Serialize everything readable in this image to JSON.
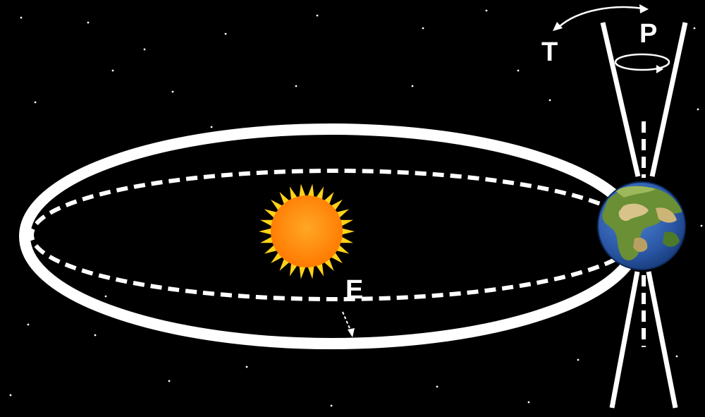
{
  "labels": {
    "tilt": "T",
    "precession": "P",
    "eccentricity": "E"
  },
  "icons": {
    "sun": "sun-icon",
    "earth": "earth-globe-icon"
  },
  "colors": {
    "background": "#000000",
    "orbit": "#ffffff",
    "sun_core": "#ff8c00",
    "sun_rays": "#ffd21a",
    "earth_ocean": "#2f5fb0",
    "earth_land": "#5a8a2e"
  }
}
